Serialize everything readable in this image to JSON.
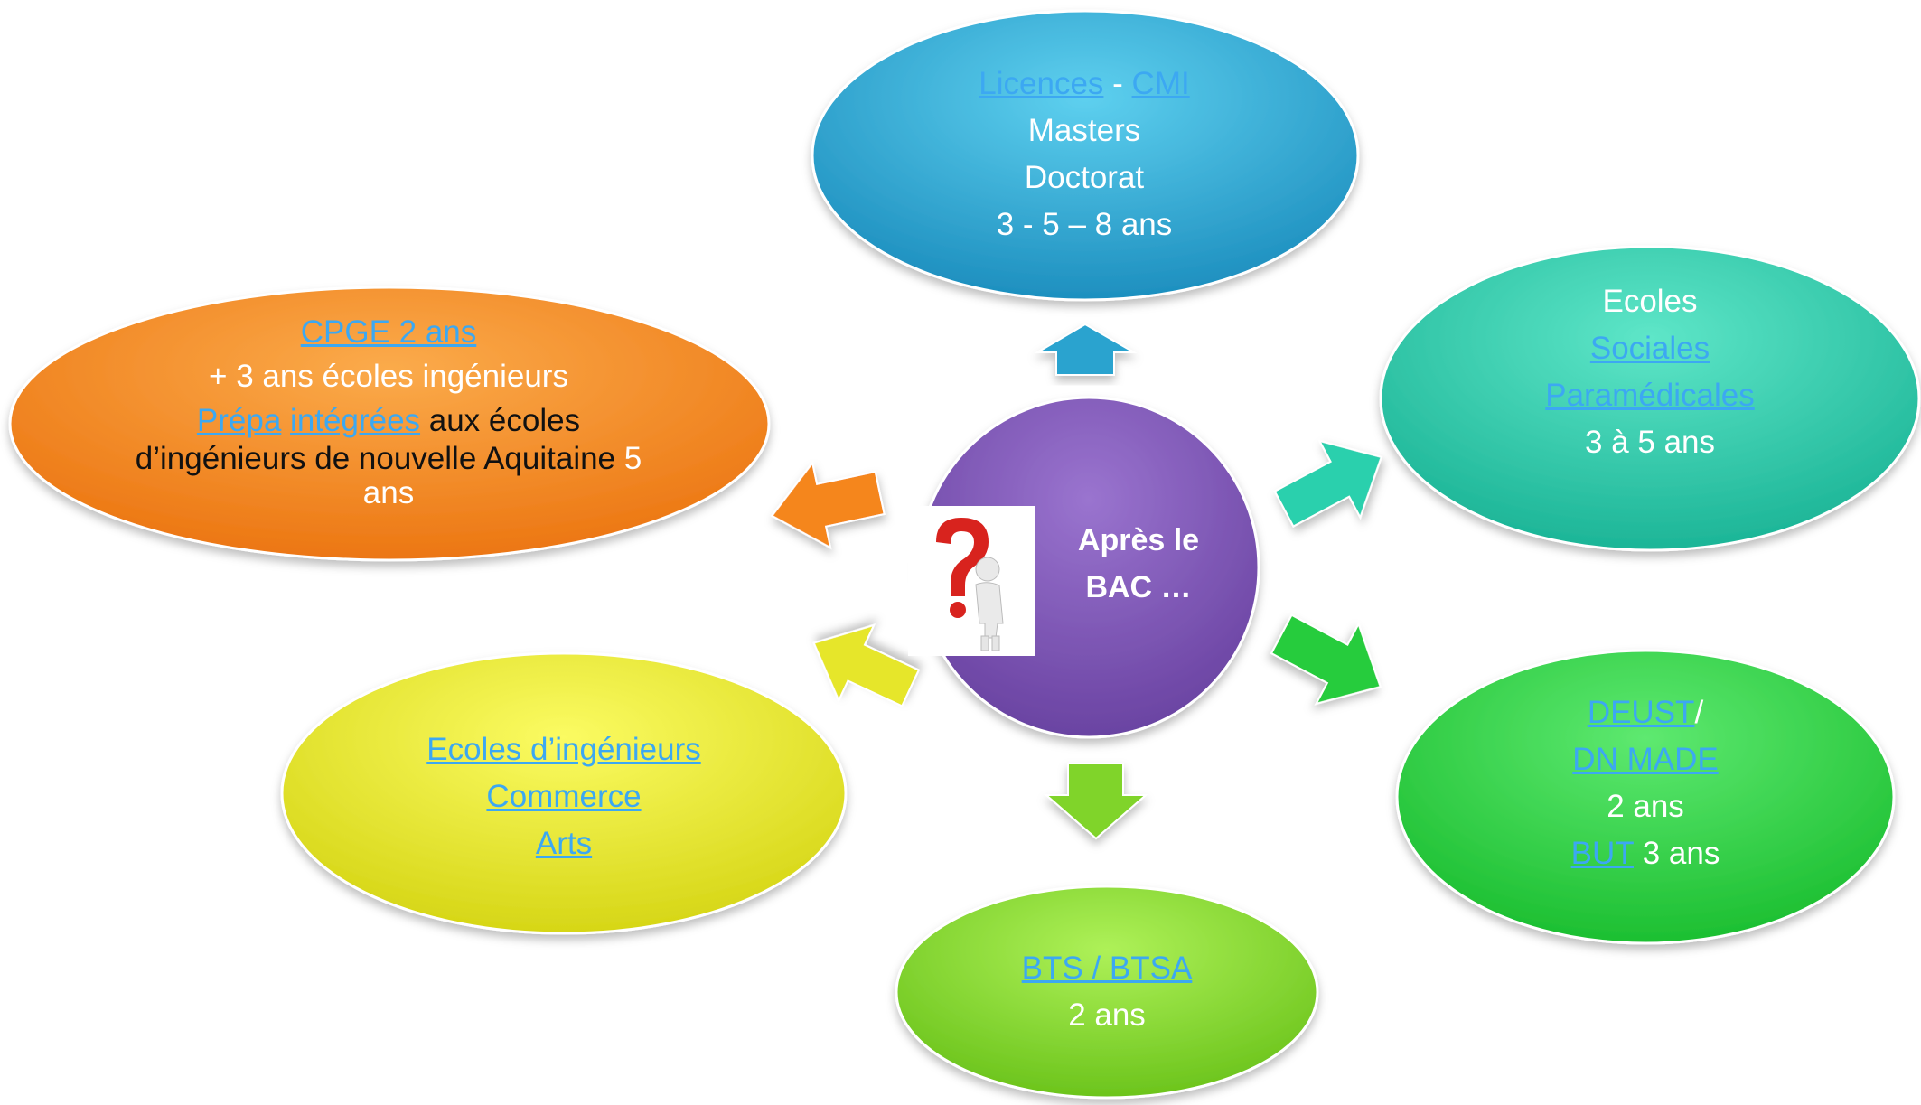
{
  "center": {
    "line1": "Après le",
    "line2": "BAC  …"
  },
  "licences": {
    "link1": "Licences",
    "sep": " - ",
    "link2": "CMI",
    "l2": "Masters",
    "l3": "Doctorat",
    "l4": "3 - 5 – 8 ans"
  },
  "ecoles_sociales": {
    "l1": "Ecoles",
    "link1": "Sociales",
    "link2": "Paramédicales",
    "l4": "3 à 5 ans"
  },
  "cpge": {
    "link1": "CPGE 2 ans",
    "l2": "+ 3 ans écoles ingénieurs",
    "link2": "Prépa",
    "link3": "intégrées",
    "l3b": " aux écoles",
    "l4a": "d’ingénieurs de nouvelle Aquitaine ",
    "l4b": "5",
    "l5": "ans"
  },
  "ecoles_ing": {
    "link1": "Ecoles d’ingénieurs",
    "link2": "Commerce",
    "link3": "Arts"
  },
  "deust": {
    "link1": "DEUST",
    "slash": "/",
    "link2": "DN MADE",
    "l3": "2 ans",
    "link3": "BUT",
    "l4b": " 3 ans"
  },
  "bts": {
    "link1": "BTS / BTSA",
    "l2": "2 ans"
  },
  "colors": {
    "blue": "#2a9fcc",
    "teal": "#27c4a4",
    "orange": "#f5861c",
    "yellow": "#e3e22a",
    "green": "#26cc3c",
    "lime": "#7fd32a",
    "purple": "#7e57b4",
    "link": "#3ca8f2"
  }
}
